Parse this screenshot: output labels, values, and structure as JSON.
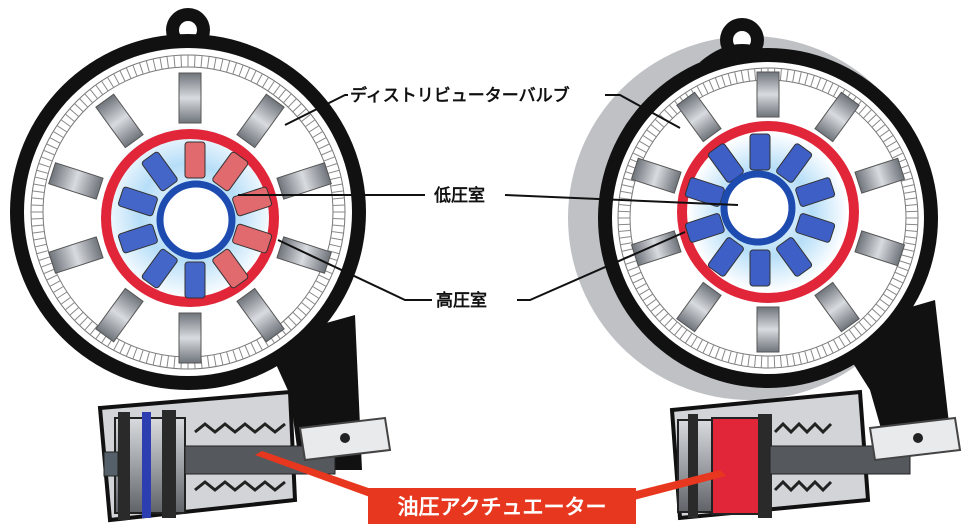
{
  "labels": {
    "distributor_valve": "ディストリビューターバルブ",
    "low_pressure_chamber": "低圧室",
    "high_pressure_chamber": "高圧室",
    "hydraulic_actuator": "油圧アクチュエーター"
  },
  "colors": {
    "housing": "#111111",
    "rod": "#8f949b",
    "high_pressure": "#e2263a",
    "low_pressure": "#1e4bb0",
    "glow": "#9ed3f5",
    "label_bg": "#e8371f"
  }
}
